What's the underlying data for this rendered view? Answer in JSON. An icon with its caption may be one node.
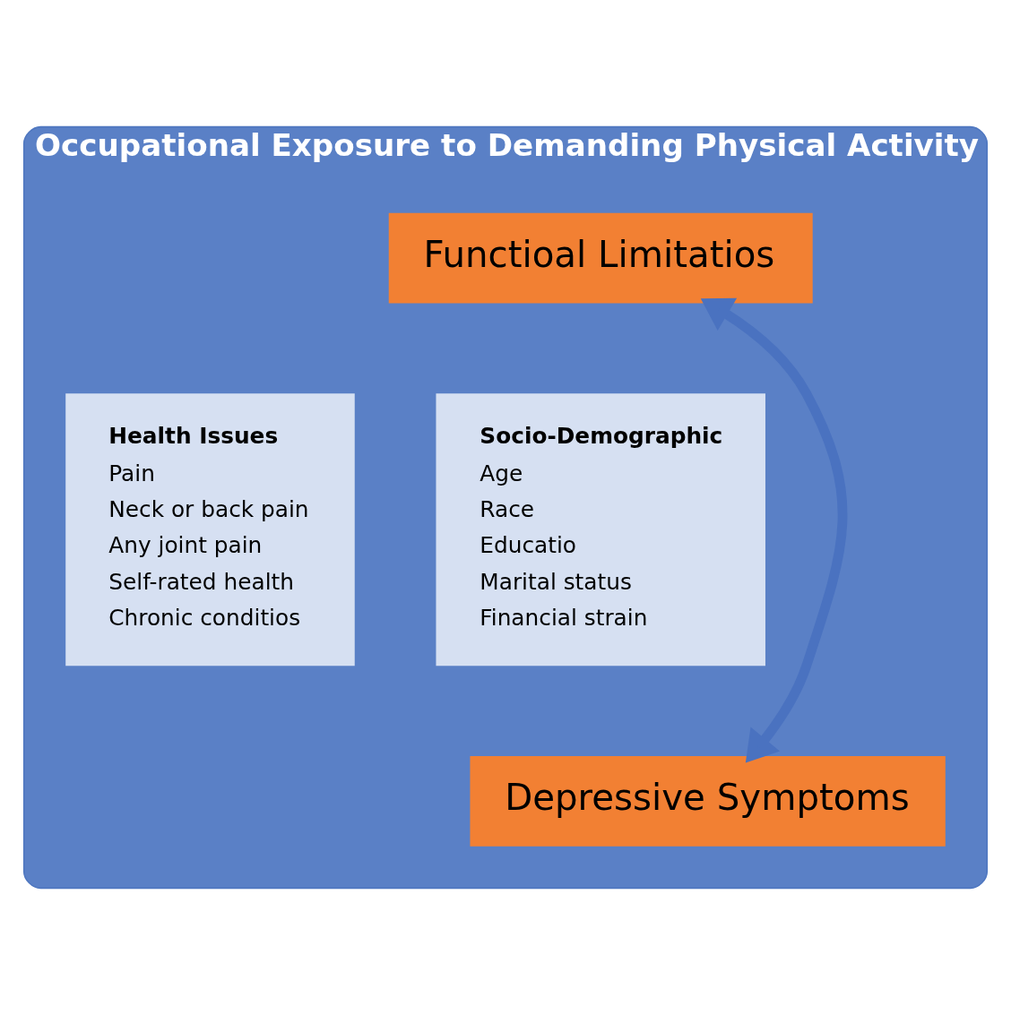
{
  "diagram": {
    "nodes": [
      {
        "text": [
          "Occupational Exposure to Demanding Physical Activity"
        ]
      },
      {
        "text": [
          "Functioal Limitatios"
        ],
        "in": 0
      },
      {
        "text": [
          "Health Issues",
          "Pain",
          "Neck or back pain",
          "Any joint pain",
          "Self-rated health",
          "Chronic conditios"
        ],
        "in": 0
      },
      {
        "text": [
          "Socio-Demographic",
          "Age",
          "Race",
          "Educatio",
          "Marital status",
          "Financial strain"
        ],
        "in": 0
      },
      {
        "text": [
          "Depressive Symptoms"
        ],
        "in": 0
      }
    ],
    "edges": [
      {
        "from": 1,
        "to": 4,
        "arrow": "both"
      }
    ]
  }
}
